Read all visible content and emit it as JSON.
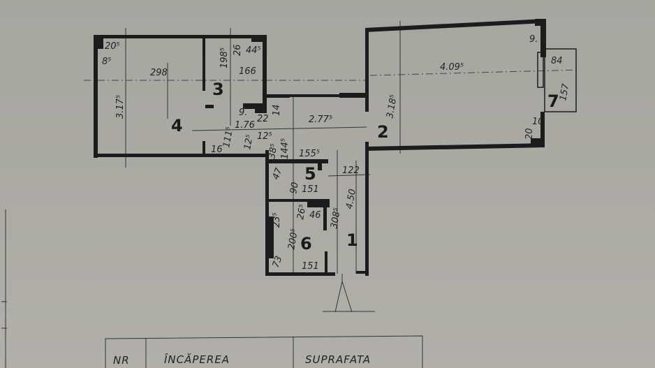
{
  "rooms": {
    "r1": "1",
    "r2": "2",
    "r3": "3",
    "r4": "4",
    "r5": "5",
    "r6": "6",
    "r7": "7"
  },
  "dims": {
    "d85": "8⁵",
    "d205": "20⁵",
    "d298": "298",
    "d3175": "3.17⁵",
    "d1985": "198⁵",
    "d26": "26",
    "d445": "44⁵",
    "d166": "166",
    "d9a": "9.",
    "d14": "14",
    "d22": "22",
    "d176": "1.76",
    "d2775": "2.77⁵",
    "d1115": "111⁵",
    "d16": "16",
    "d125a": "12⁵",
    "d125b": "12⁵",
    "d385": "38⁵",
    "d1445": "144⁵",
    "d1555": "155⁵",
    "d47": "47",
    "d90": "90",
    "d151a": "151",
    "d122": "122",
    "d450": "4.50",
    "d3185": "3.18⁵",
    "d4095": "4.09⁵",
    "d9b": "9.",
    "d84": "84",
    "d157": "157",
    "d10": "10",
    "d20": "20",
    "d235": "23⁵",
    "d73": "73",
    "d2005": "200⁵",
    "d265": "26⁵",
    "d46": "46",
    "d3085": "308⁵",
    "d151b": "151"
  },
  "table": {
    "headers": [
      "NR",
      "ÎNCĂPEREA",
      "SUPRAFATA"
    ]
  }
}
